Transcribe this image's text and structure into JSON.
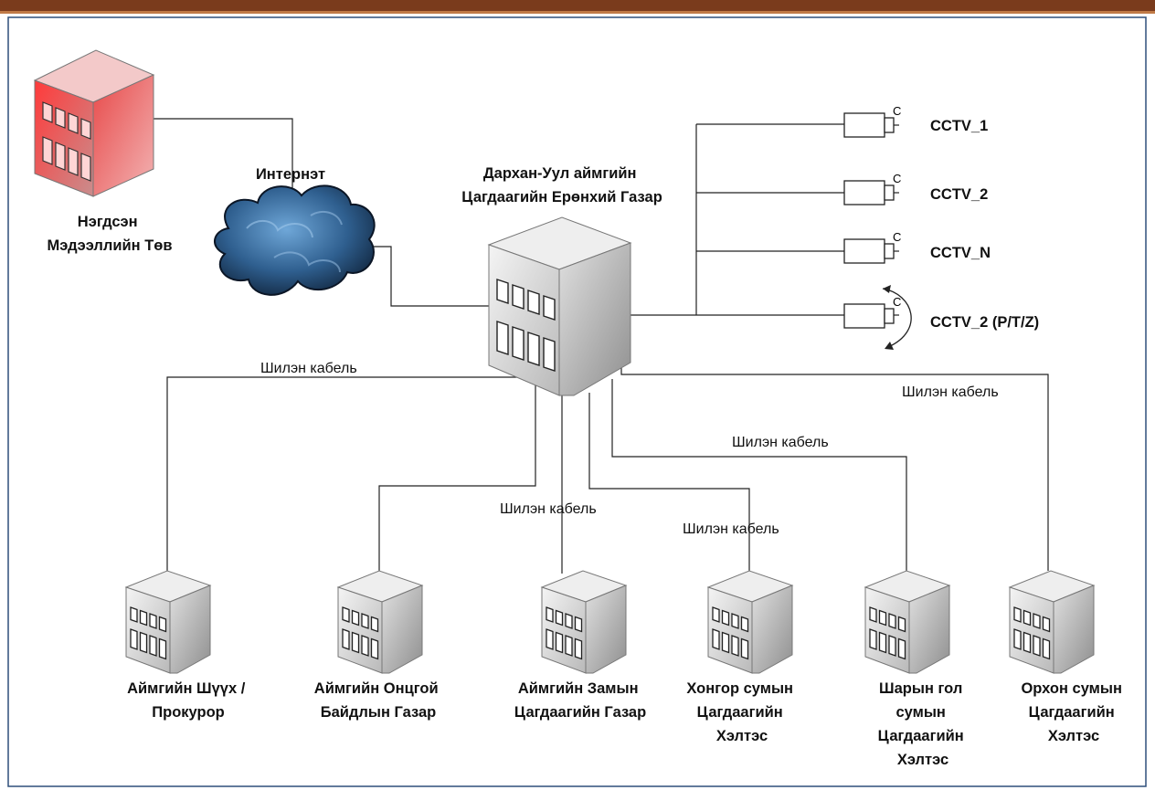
{
  "frame_colors": {
    "border_dark": "#7a3b1c",
    "border_light": "#c07a47",
    "inner_border": "#2f4f7a"
  },
  "nodes": {
    "center": [
      "Дархан-Уул аймгийн",
      "Цагдаагийн Ерөнхий Газар"
    ],
    "data_center": [
      "Нэгдсэн",
      "Мэдээллийн Төв"
    ],
    "internet": "Интернэт",
    "court": [
      "Аймгийн Шүүх /",
      "Прокурор"
    ],
    "emergency": [
      "Аймгийн Онцгой",
      "Байдлын Газар"
    ],
    "traffic": [
      "Аймгийн Замын",
      "Цагдаагийн Газар"
    ],
    "khongor": [
      "Хонгор сумын",
      "Цагдаагийн",
      "Хэлтэс"
    ],
    "sharyn_gol": [
      "Шарын гол",
      "сумын",
      "Цагдаагийн",
      "Хэлтэс"
    ],
    "orkhon": [
      "Орхон сумын",
      "Цагдаагийн",
      "Хэлтэс"
    ]
  },
  "cameras": {
    "cam1": "CCTV_1",
    "cam2": "CCTV_2",
    "camN": "CCTV_N",
    "ptz": "CCTV_2 (P/T/Z)",
    "cam_mark": "C"
  },
  "cables": {
    "cable_left": "Шилэн кабель",
    "cable_mid": "Шилэн кабель",
    "cable_khongor": "Шилэн кабель",
    "cable_sharyn": "Шилэн кабель",
    "cable_orkhon": "Шилэн кабель"
  }
}
